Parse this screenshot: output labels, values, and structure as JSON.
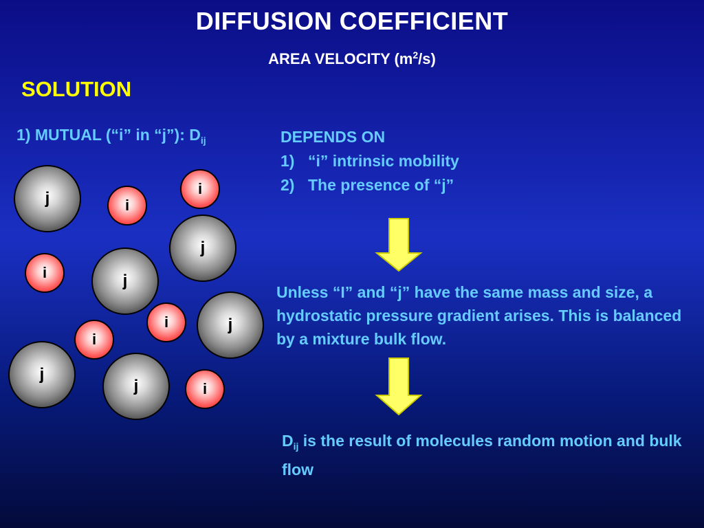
{
  "slide": {
    "title": "DIFFUSION COEFFICIENT",
    "subtitle_main": "AREA VELOCITY (m",
    "subtitle_sup": "2",
    "subtitle_end": "/s)",
    "section": "SOLUTION",
    "mutual_text": "1) MUTUAL (“i” in “j”): D",
    "mutual_sub": "ij",
    "depends_heading": "DEPENDS ON",
    "depends_items": [
      {
        "num": "1)",
        "text": "“i” intrinsic mobility"
      },
      {
        "num": "2)",
        "text": "The presence of “j”"
      }
    ],
    "unless_text": "Unless “I” and “j” have the same mass and size, a hydrostatic pressure gradient arises. This is balanced by a mixture bulk flow.",
    "result_symbol": "D",
    "result_sub": "ij",
    "result_text": " is the result of molecules random motion and bulk flow"
  },
  "particles": {
    "j_label": "j",
    "i_label": "i"
  },
  "colors": {
    "background_top": "#0b0d86",
    "background_bottom": "#040a3a",
    "title": "#ffffff",
    "section": "#ffff00",
    "body_text": "#66ccff",
    "arrow_fill": "#ffff66",
    "particle_j": "#808080",
    "particle_i": "#ff4040"
  }
}
